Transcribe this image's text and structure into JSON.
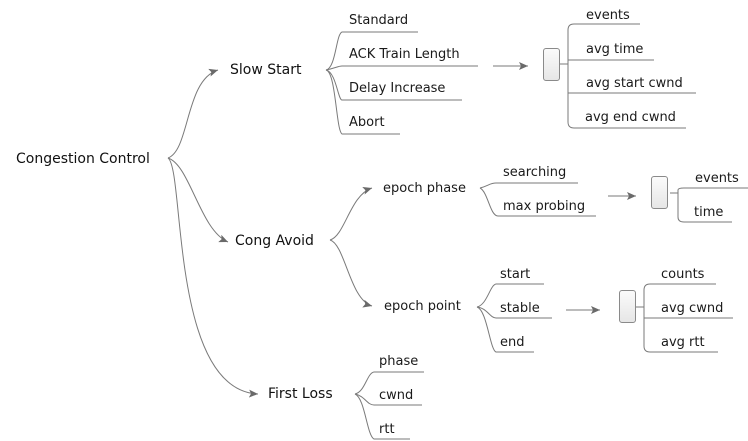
{
  "root": "Congestion Control",
  "branches": {
    "slow_start": {
      "label": "Slow Start",
      "children": [
        "Standard",
        "ACK Train Length",
        "Delay Increase",
        "Abort"
      ],
      "metrics": [
        "events",
        "avg time",
        "avg start cwnd",
        "avg end cwnd"
      ]
    },
    "cong_avoid": {
      "label": "Cong Avoid",
      "epoch_phase": {
        "label": "epoch phase",
        "children": [
          "searching",
          "max probing"
        ],
        "metrics": [
          "events",
          "time"
        ]
      },
      "epoch_point": {
        "label": "epoch point",
        "children": [
          "start",
          "stable",
          "end"
        ],
        "metrics": [
          "counts",
          "avg cwnd",
          "avg rtt"
        ]
      }
    },
    "first_loss": {
      "label": "First Loss",
      "children": [
        "phase",
        "cwnd",
        "rtt"
      ]
    }
  }
}
